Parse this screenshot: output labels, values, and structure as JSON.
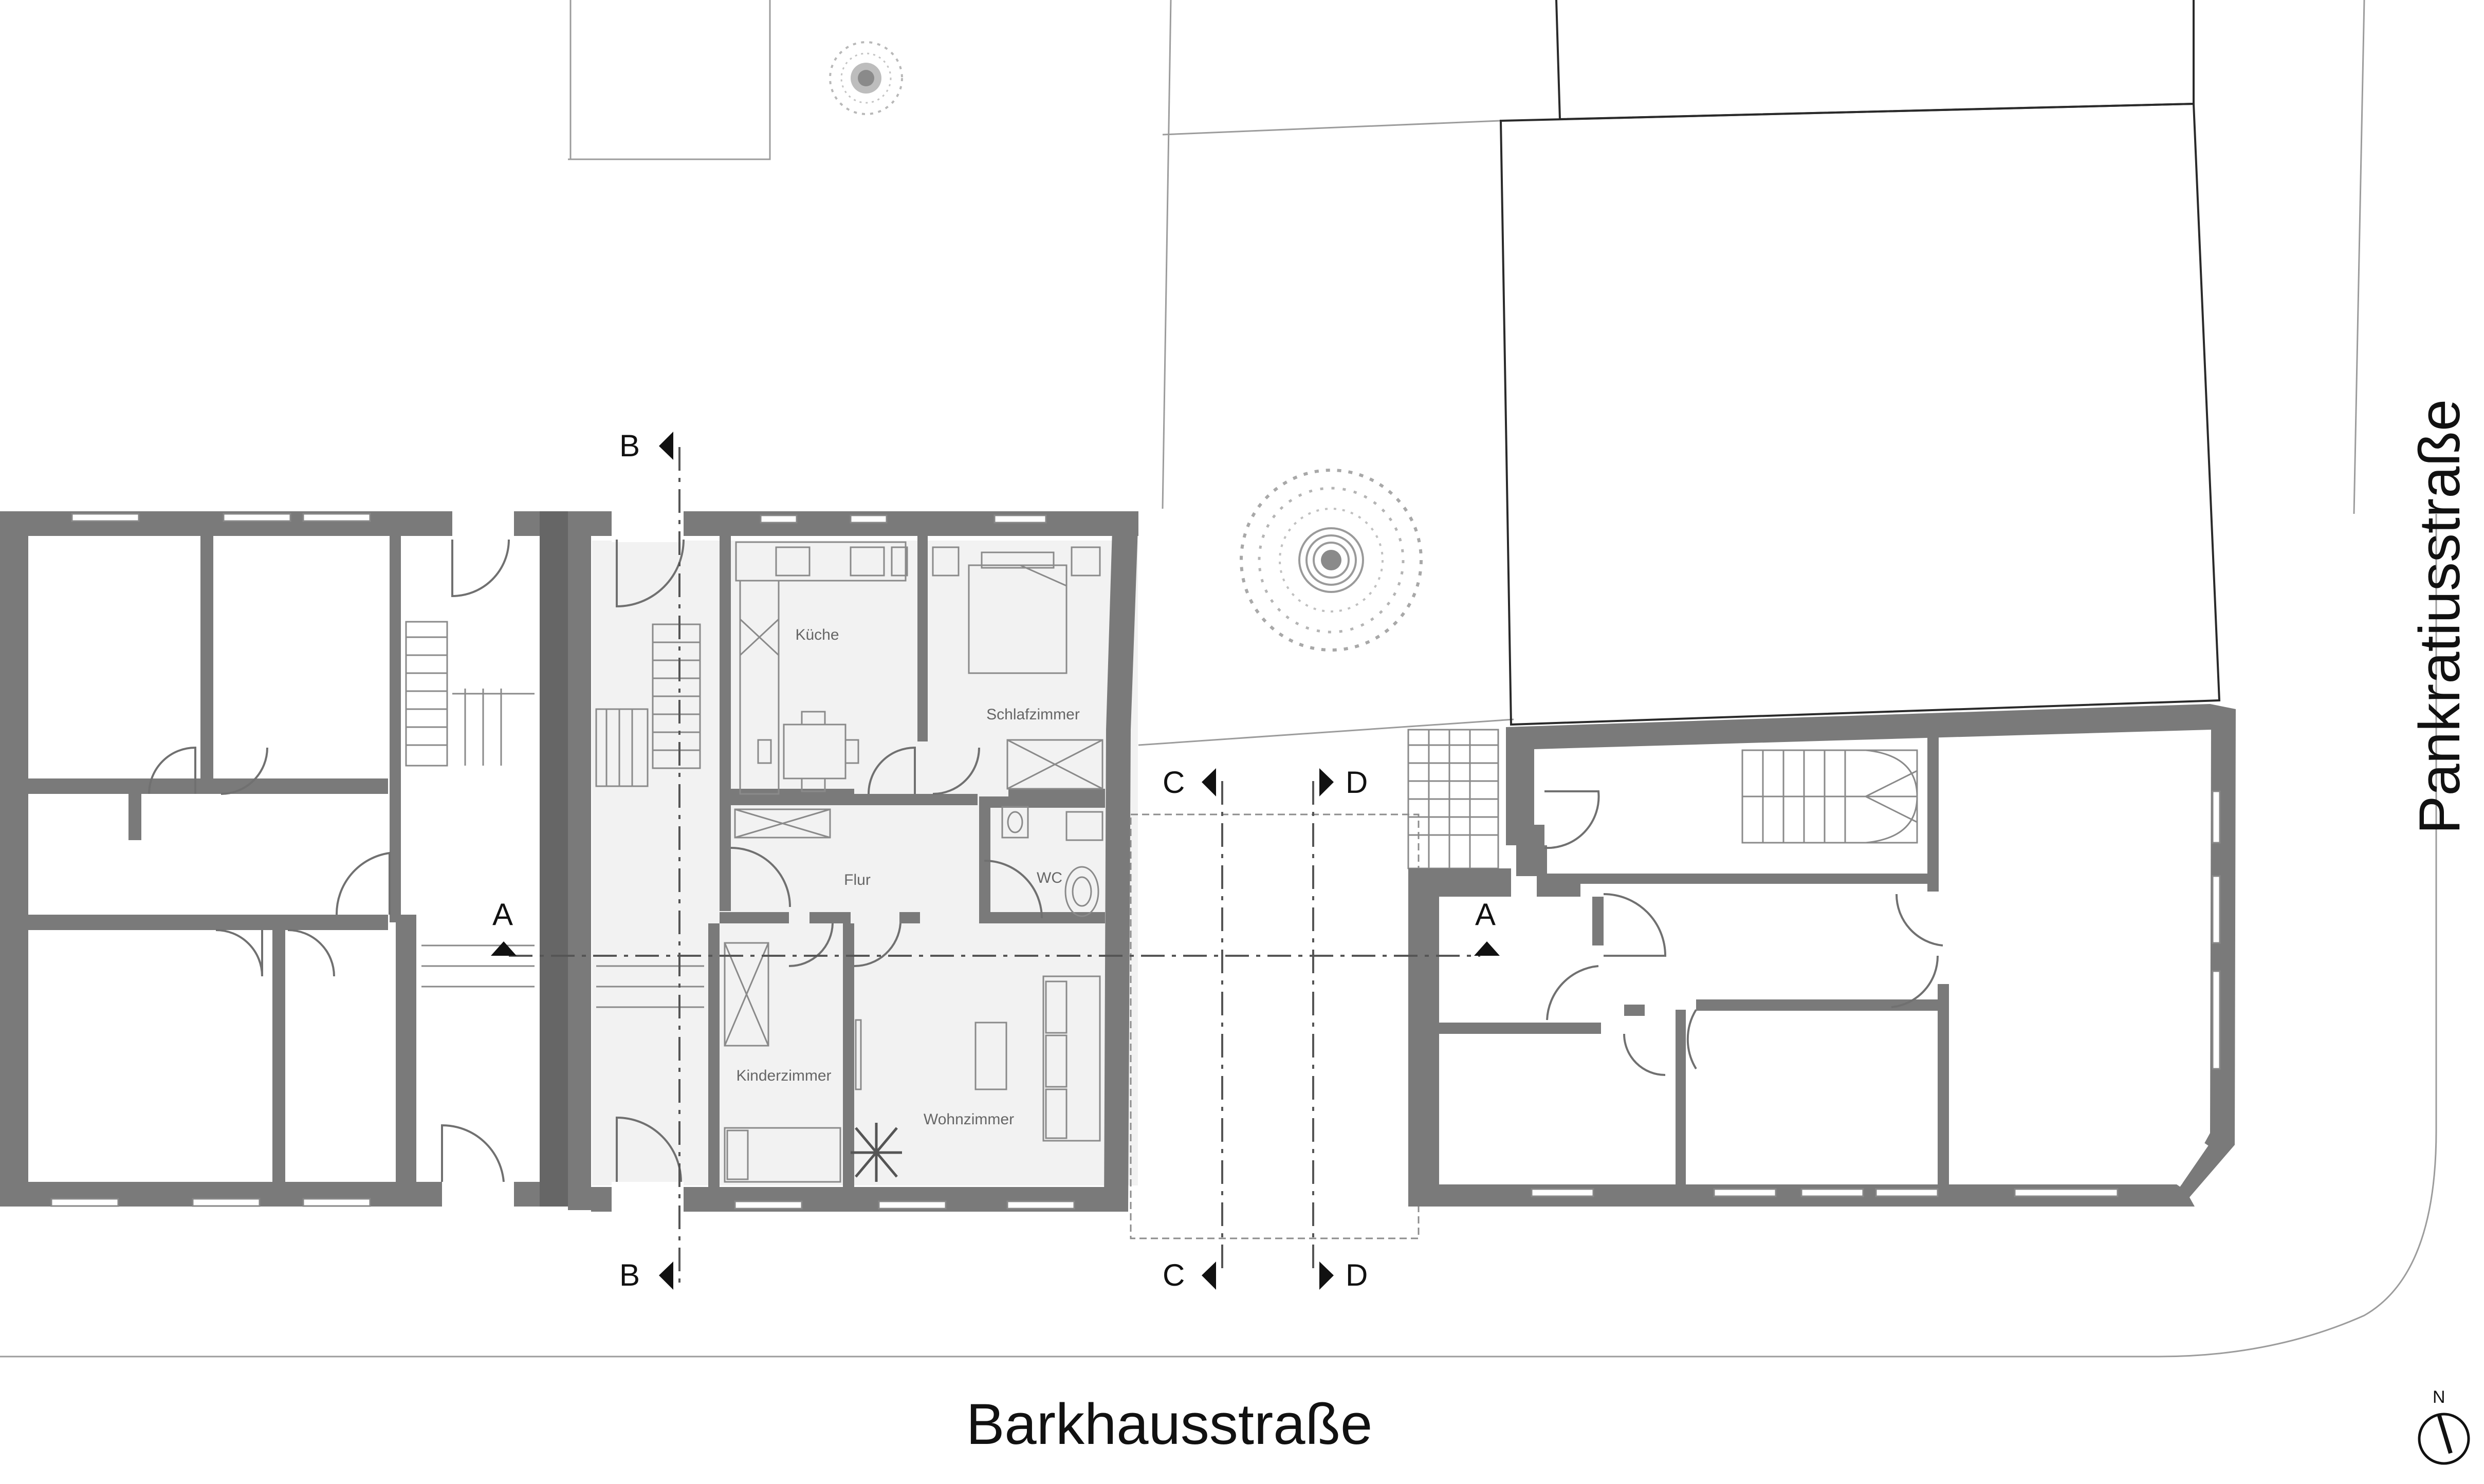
{
  "streets": {
    "south": "Barkhausstraße",
    "east": "Pankratiusstraße"
  },
  "rooms": {
    "kitchen": "Küche",
    "bedroom": "Schlafzimmer",
    "hallway": "Flur",
    "toilet": "WC",
    "childrens_room": "Kinderzimmer",
    "living_room": "Wohnzimmer"
  },
  "section_markers": {
    "a": "A",
    "b": "B",
    "c": "C",
    "d": "D"
  },
  "north_arrow": {
    "label": "N"
  },
  "colors": {
    "wall": "#7a7a7a",
    "apartment_floor": "#f2f2f2",
    "background": "#ffffff"
  }
}
